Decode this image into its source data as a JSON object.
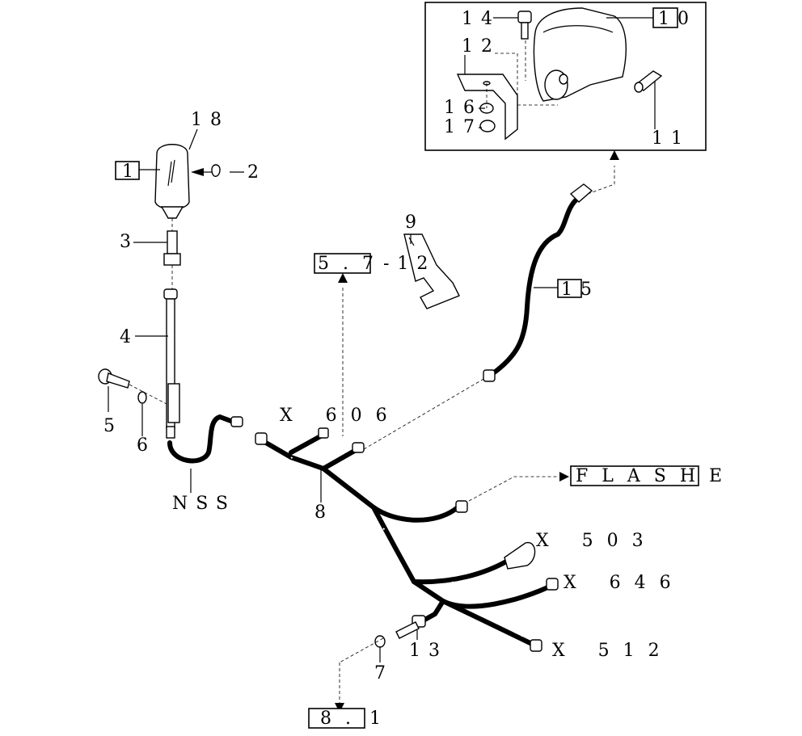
{
  "labels": {
    "l1": "1",
    "l2": "2",
    "l3": "3",
    "l4": "4",
    "l5": "5",
    "l6": "6",
    "l7": "7",
    "l8": "8",
    "l9": "9",
    "l10": "10",
    "l11": "11",
    "l12": "12",
    "l13": "13",
    "l14": "14",
    "l15": "15",
    "l16": "16",
    "l17": "17",
    "l18": "18",
    "nss": "NSS",
    "x606": "X 606",
    "x503": "X 503",
    "x646": "X 646",
    "x512": "X 512",
    "ref_57": "5.7",
    "ref_57_suffix": "-12",
    "ref_81": "8.",
    "ref_81_suffix": "1",
    "flashe": "FLASHE"
  }
}
